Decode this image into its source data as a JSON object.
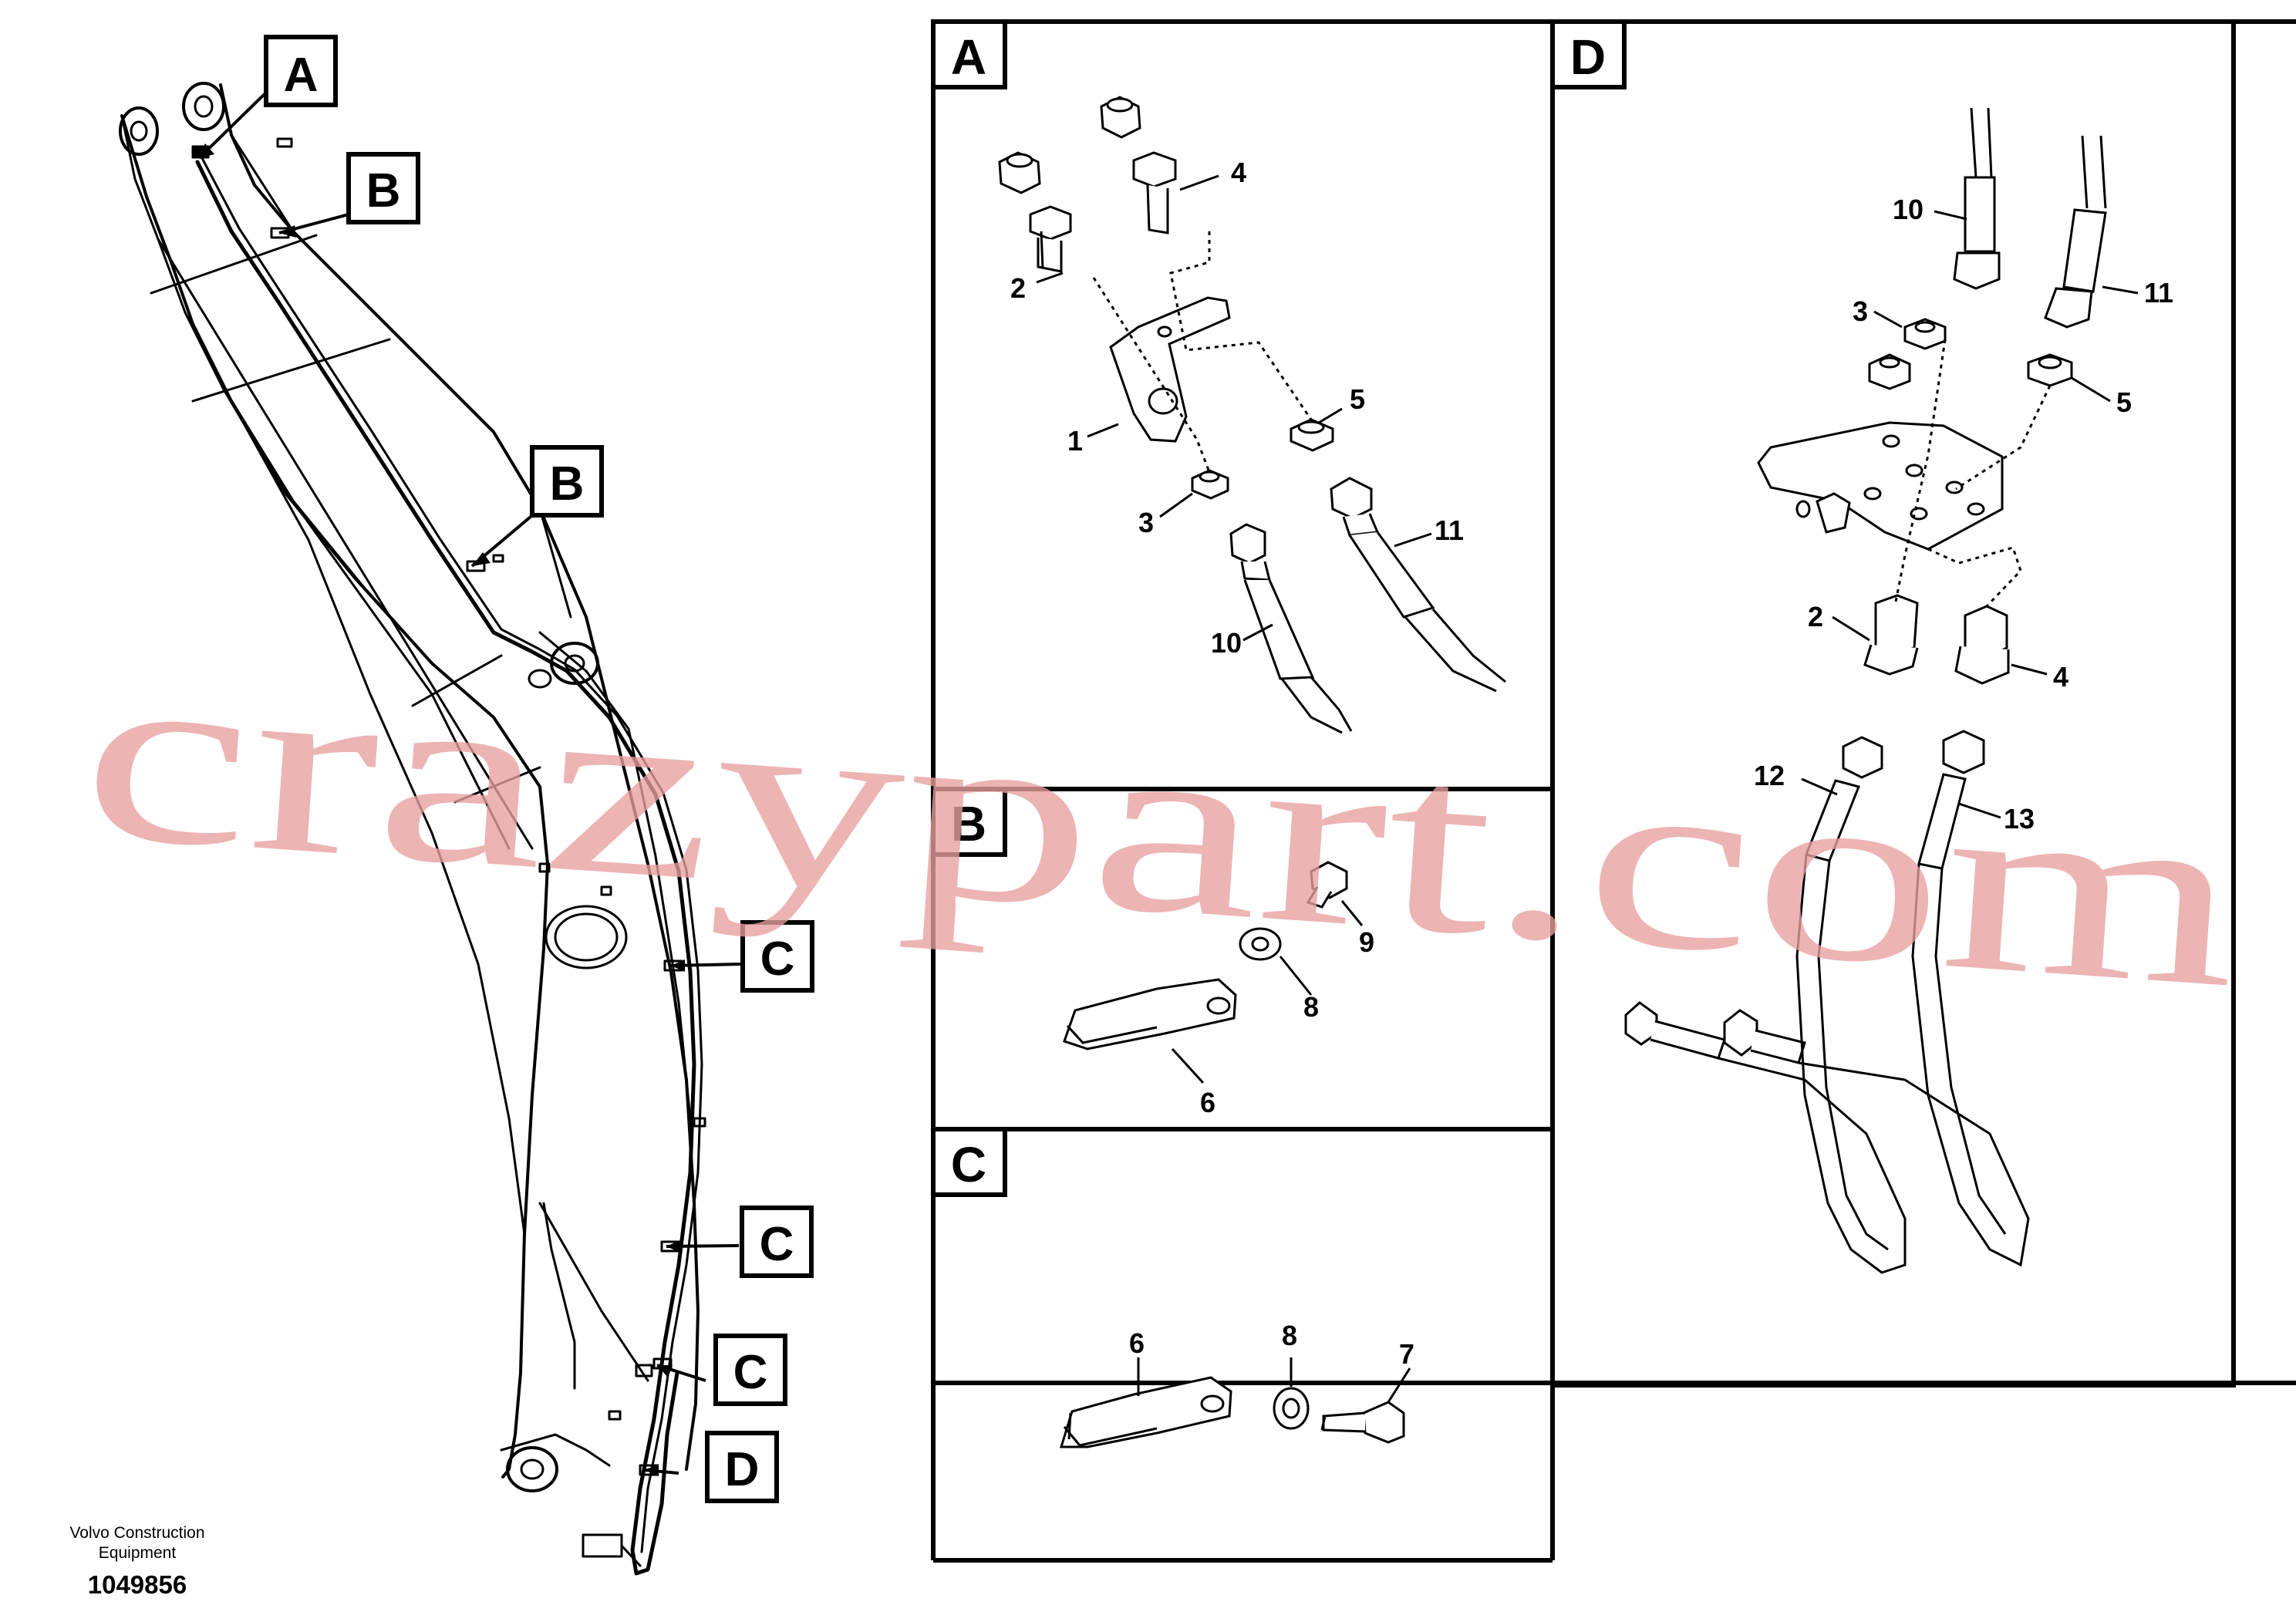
{
  "callouts": {
    "A": "A",
    "B1": "B",
    "B2": "B",
    "C1": "C",
    "C2": "C",
    "C3": "C",
    "D": "D"
  },
  "panels": {
    "A": {
      "label": "A",
      "parts": [
        "4",
        "2",
        "1",
        "5",
        "3",
        "11",
        "10"
      ]
    },
    "B": {
      "label": "B",
      "parts": [
        "9",
        "8",
        "6"
      ]
    },
    "C": {
      "label": "C",
      "parts": [
        "6",
        "8",
        "7"
      ]
    },
    "D": {
      "label": "D",
      "parts": [
        "10",
        "11",
        "3",
        "5",
        "2",
        "4",
        "12",
        "13"
      ]
    }
  },
  "footer": {
    "company_line1": "Volvo Construction",
    "company_line2": "Equipment",
    "drawing_number": "1049856"
  },
  "watermark": "crazypart.com"
}
